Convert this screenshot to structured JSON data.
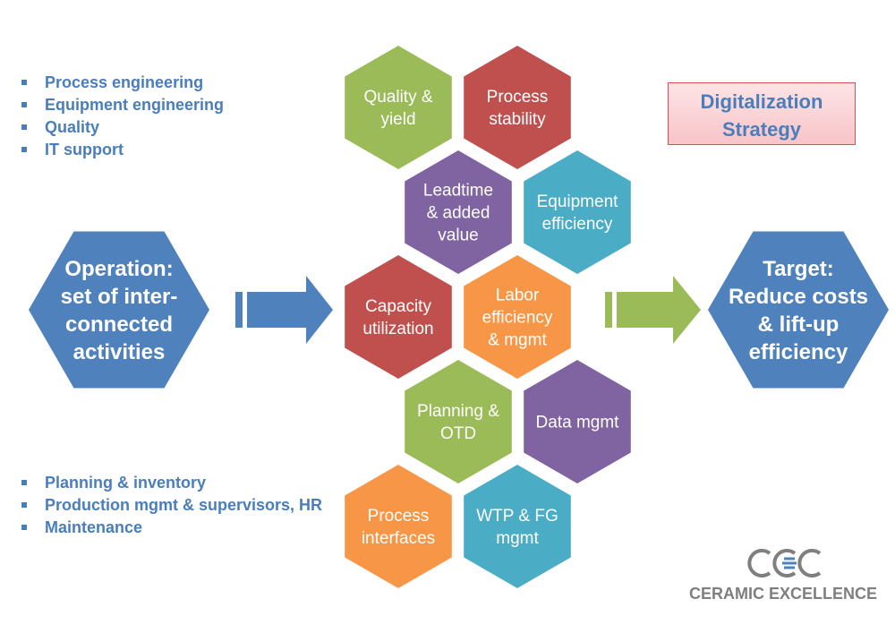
{
  "top_list": [
    "Process engineering",
    "Equipment engineering",
    "Quality",
    "IT support"
  ],
  "bottom_list": [
    "Planning & inventory",
    "Production mgmt & supervisors, HR",
    "Maintenance"
  ],
  "strategy_box": {
    "line1": "Digitalization",
    "line2": "Strategy"
  },
  "operation": {
    "lines": [
      "Operation:",
      "set of inter-",
      "connected",
      "activities"
    ],
    "color": "#4f81bd"
  },
  "target": {
    "lines": [
      "Target:",
      "Reduce costs",
      "& lift-up",
      "efficiency"
    ],
    "color": "#4f81bd"
  },
  "arrows": {
    "left_color": "#4f81bd",
    "right_color": "#9bbb59"
  },
  "hexagons": [
    {
      "id": "quality-yield",
      "lines": [
        "Quality &",
        "yield"
      ],
      "color": "#9bbb59"
    },
    {
      "id": "process-stability",
      "lines": [
        "Process",
        "stability"
      ],
      "color": "#c0504d"
    },
    {
      "id": "leadtime",
      "lines": [
        "Leadtime",
        "& added",
        "value"
      ],
      "color": "#8064a2"
    },
    {
      "id": "equipment-efficiency",
      "lines": [
        "Equipment",
        "efficiency"
      ],
      "color": "#4bacc6"
    },
    {
      "id": "capacity-utilization",
      "lines": [
        "Capacity",
        "utilization"
      ],
      "color": "#c0504d"
    },
    {
      "id": "labor-efficiency",
      "lines": [
        "Labor",
        "efficiency",
        "& mgmt"
      ],
      "color": "#f79646"
    },
    {
      "id": "planning-otd",
      "lines": [
        "Planning &",
        "OTD"
      ],
      "color": "#9bbb59"
    },
    {
      "id": "data-mgmt",
      "lines": [
        "Data mgmt"
      ],
      "color": "#8064a2"
    },
    {
      "id": "process-interfaces",
      "lines": [
        "Process",
        "interfaces"
      ],
      "color": "#f79646"
    },
    {
      "id": "wtp-fg",
      "lines": [
        "WTP & FG",
        "mgmt"
      ],
      "color": "#4bacc6"
    }
  ],
  "logo": {
    "name": "CERAMIC EXCELLENCE",
    "mark_color": "#7f7f7f",
    "accent_color": "#4f81bd"
  }
}
